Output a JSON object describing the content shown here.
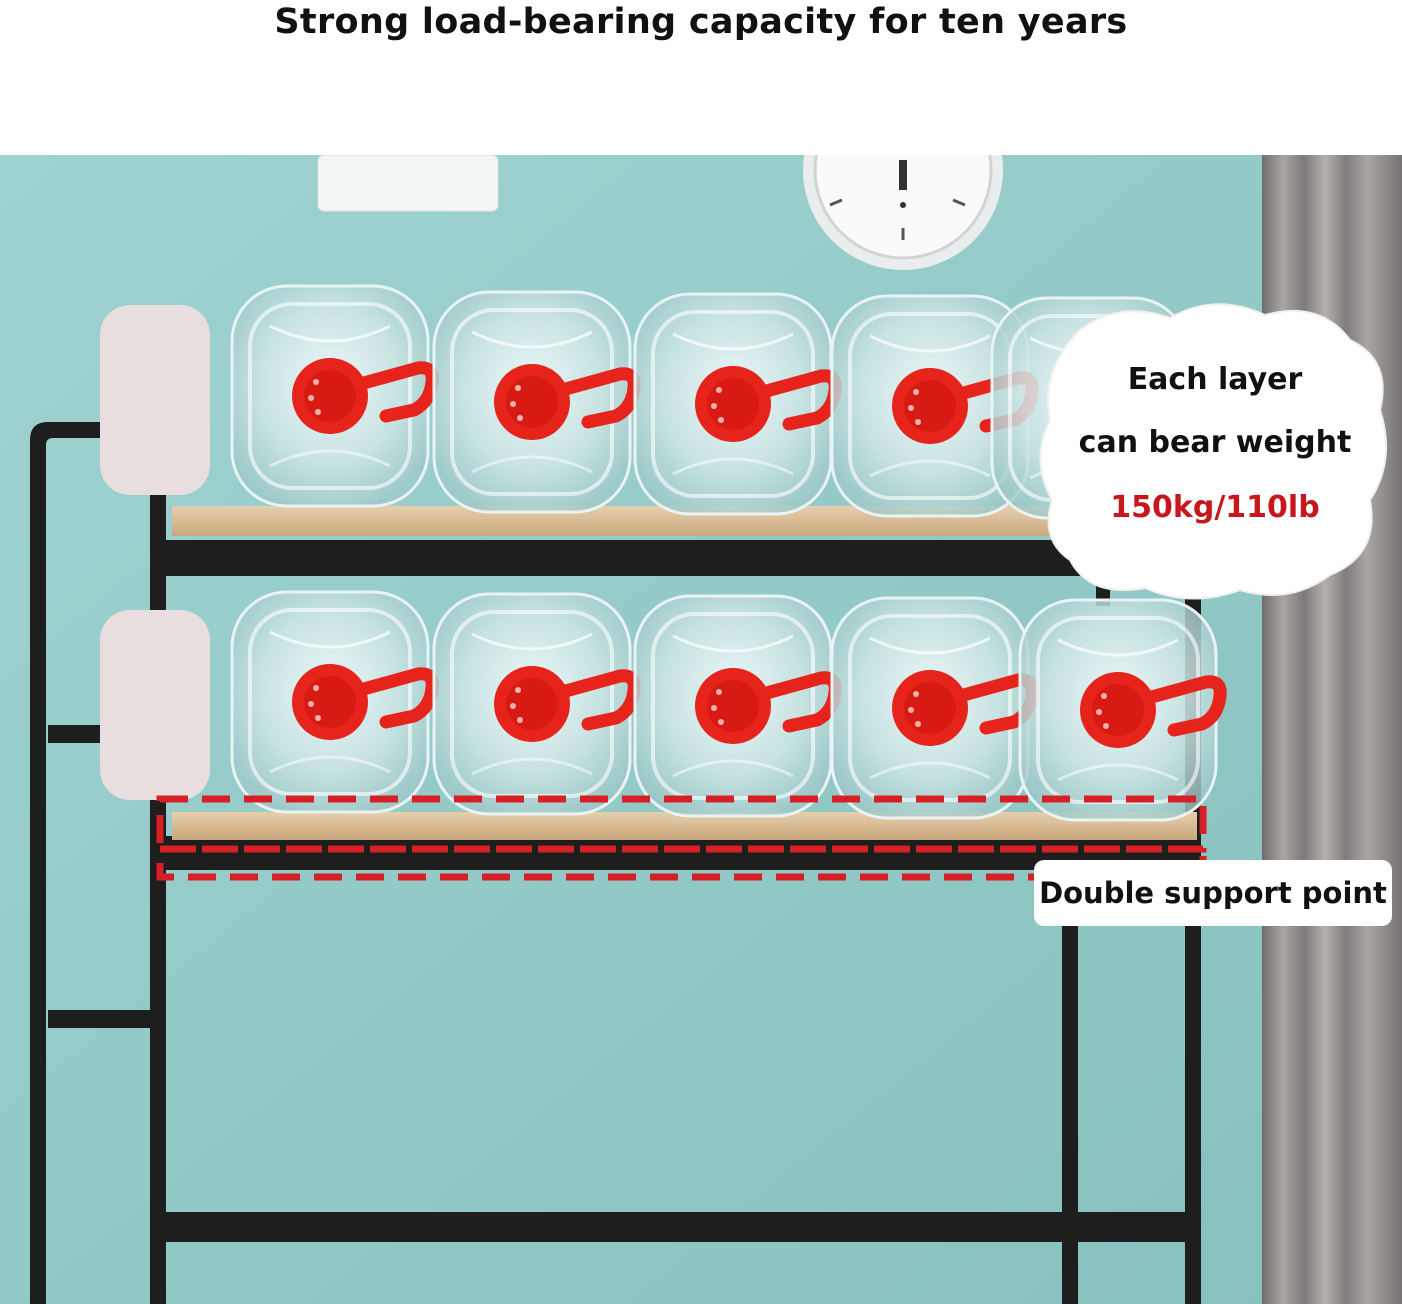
{
  "headline": "Strong load-bearing capacity for ten years",
  "callout": {
    "line1": "Each layer",
    "line2": "can bear weight",
    "weight": "150kg/110lb"
  },
  "support_label": "Double support point",
  "colors": {
    "wall": "#93cbc9",
    "frame": "#1e1e1e",
    "wood": "#d9bd96",
    "cap": "#e7241c",
    "highlight": "#d71f26",
    "curtain": "#8a8786"
  }
}
